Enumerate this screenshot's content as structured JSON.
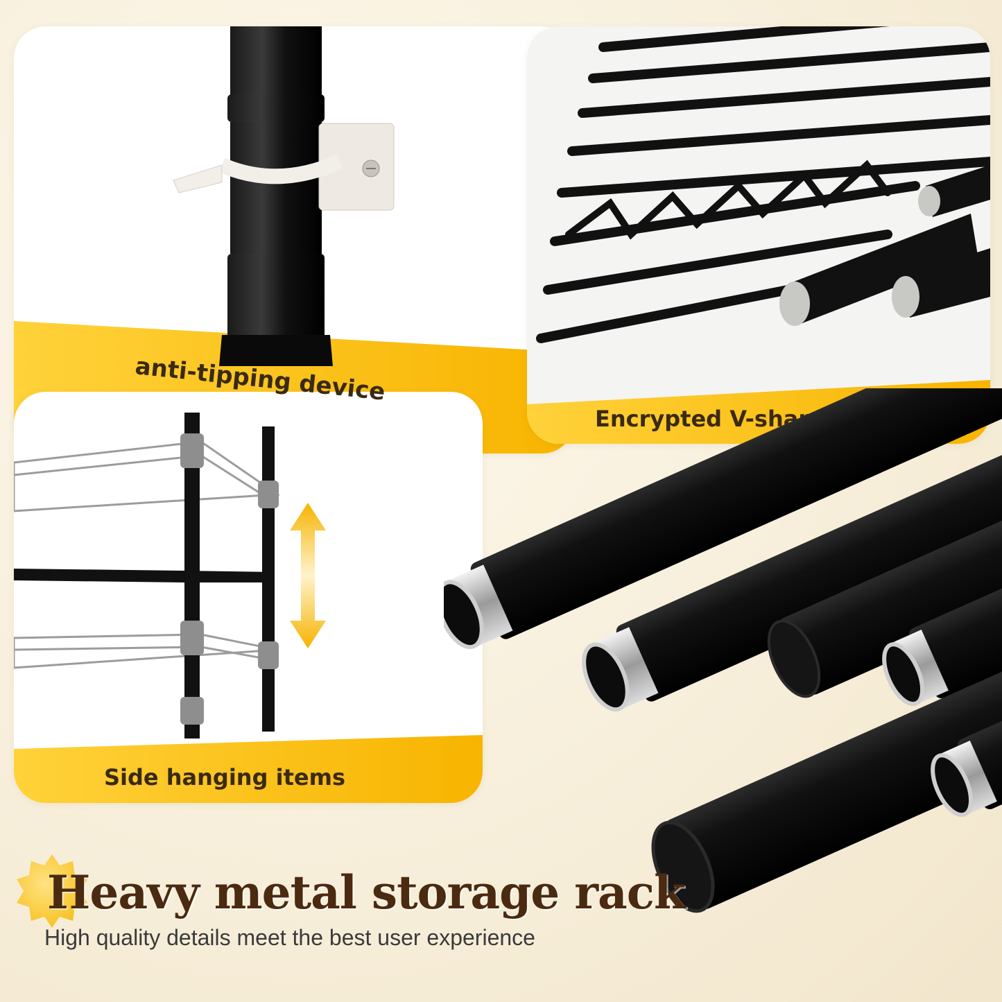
{
  "panels": {
    "anti_tipping": {
      "caption": "anti-tipping device"
    },
    "grid": {
      "caption": "Encrypted V-shaped grid"
    },
    "side_hanging": {
      "caption": "Side hanging items"
    }
  },
  "headline": "Heavy metal storage rack",
  "subheadline": "High quality details meet the best user experience",
  "colors": {
    "accent_yellow": "#ffc21a",
    "headline_brown": "#4a2a10",
    "background_cream": "#f7efdb"
  }
}
